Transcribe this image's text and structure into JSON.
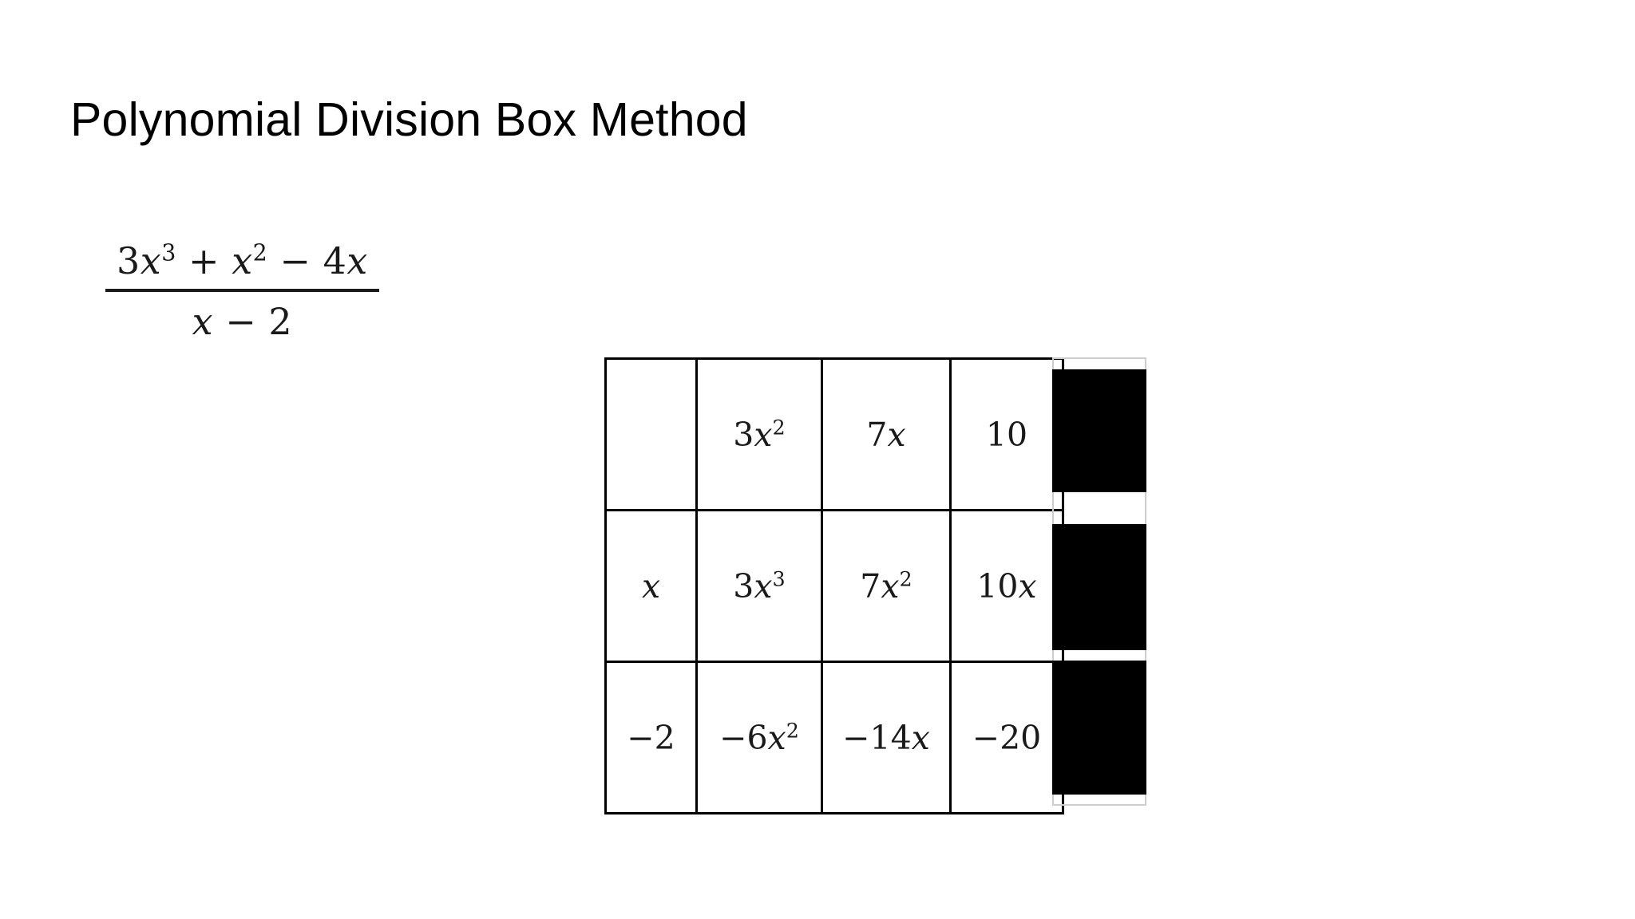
{
  "slide": {
    "title": "Polynomial Division Box Method",
    "background_color": "#ffffff",
    "text_color": "#000000",
    "math_color": "#1a1a1a",
    "redaction_color": "#000000"
  },
  "expression": {
    "label": "division-expression",
    "plain": "(3x^3 + x^2 - 4x) / (x - 2)",
    "numerator": {
      "plain": "3x^3 + x^2 - 4x",
      "terms": [
        {
          "coefficient": "3",
          "variable": "x",
          "exponent": "3"
        },
        {
          "operator": "+"
        },
        {
          "coefficient": "",
          "variable": "x",
          "exponent": "2"
        },
        {
          "operator": "−"
        },
        {
          "coefficient": "4",
          "variable": "x",
          "exponent": ""
        }
      ]
    },
    "denominator": {
      "plain": "x - 2",
      "terms": [
        {
          "coefficient": "",
          "variable": "x",
          "exponent": ""
        },
        {
          "operator": "−"
        },
        {
          "constant": "2"
        }
      ]
    }
  },
  "box_grid": {
    "label": "polynomial-division-box",
    "rows": 3,
    "visible_columns": 4,
    "redacted_columns": 1,
    "cells": [
      [
        {
          "plain": "",
          "coefficient": "",
          "variable": "",
          "exponent": ""
        },
        {
          "plain": "3x^2",
          "coefficient": "3",
          "variable": "x",
          "exponent": "2"
        },
        {
          "plain": "7x",
          "coefficient": "7",
          "variable": "x",
          "exponent": ""
        },
        {
          "plain": "10",
          "coefficient": "10",
          "variable": "",
          "exponent": ""
        }
      ],
      [
        {
          "plain": "x",
          "coefficient": "",
          "variable": "x",
          "exponent": ""
        },
        {
          "plain": "3x^3",
          "coefficient": "3",
          "variable": "x",
          "exponent": "3"
        },
        {
          "plain": "7x^2",
          "coefficient": "7",
          "variable": "x",
          "exponent": "2"
        },
        {
          "plain": "10x",
          "coefficient": "10",
          "variable": "x",
          "exponent": ""
        }
      ],
      [
        {
          "plain": "-2",
          "coefficient": "−2",
          "variable": "",
          "exponent": ""
        },
        {
          "plain": "-6x^2",
          "coefficient": "−6",
          "variable": "x",
          "exponent": "2"
        },
        {
          "plain": "-14x",
          "coefficient": "−14",
          "variable": "x",
          "exponent": ""
        },
        {
          "plain": "-20",
          "coefficient": "−20",
          "variable": "",
          "exponent": ""
        }
      ]
    ]
  },
  "redaction": {
    "label": "redacted-answer-column",
    "blocks": 3,
    "note": ""
  }
}
